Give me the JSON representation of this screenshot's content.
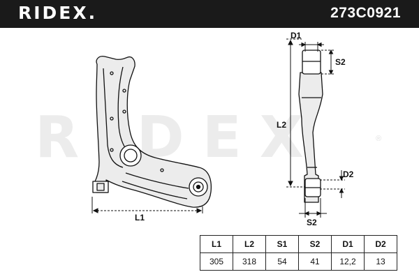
{
  "header": {
    "brand": "RIDEX.",
    "part_number": "273C0921"
  },
  "watermark": {
    "text": "RIDEX",
    "registered": "®"
  },
  "dimensions": {
    "front_view": {
      "L1": "L1"
    },
    "side_view": {
      "D1": "D1",
      "S2_top": "S2",
      "L2": "L2",
      "D2": "D2",
      "S2_bottom": "S2"
    }
  },
  "spec_table": {
    "headers": [
      "L1",
      "L2",
      "S1",
      "S2",
      "D1",
      "D2"
    ],
    "values": [
      "305",
      "318",
      "54",
      "41",
      "12,2",
      "13"
    ]
  },
  "colors": {
    "header_bg": "#1a1a1a",
    "header_text": "#ffffff",
    "line": "#111111",
    "part_fill": "#ececec"
  }
}
